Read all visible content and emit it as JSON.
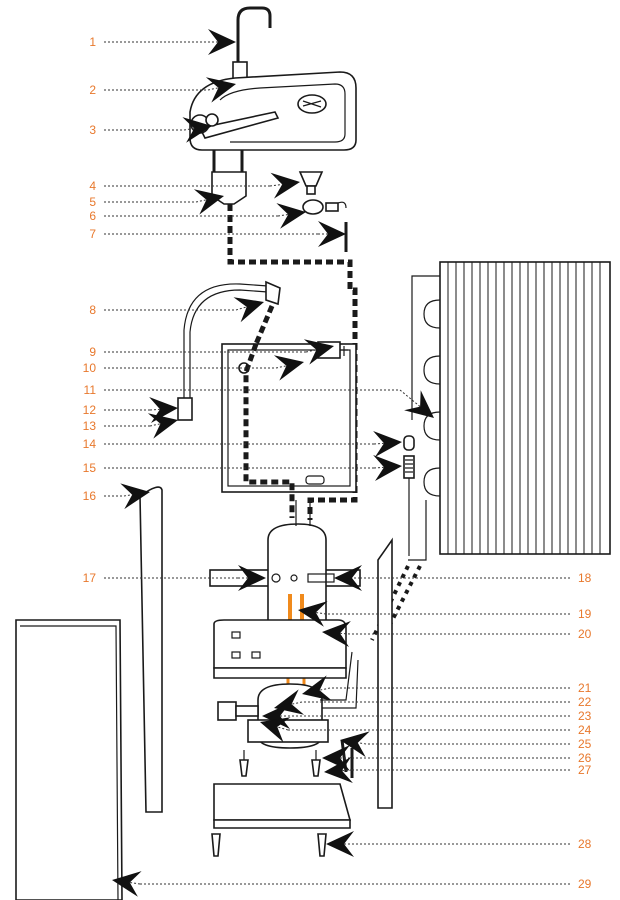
{
  "colors": {
    "label_text": "#e8782c",
    "ink": "#1a1a1a",
    "heater_orange": "#f08a1c"
  },
  "callouts": [
    {
      "num": "1"
    },
    {
      "num": "2"
    },
    {
      "num": "3"
    },
    {
      "num": "4"
    },
    {
      "num": "5"
    },
    {
      "num": "6"
    },
    {
      "num": "7"
    },
    {
      "num": "8"
    },
    {
      "num": "9"
    },
    {
      "num": "10"
    },
    {
      "num": "11"
    },
    {
      "num": "12"
    },
    {
      "num": "13"
    },
    {
      "num": "14"
    },
    {
      "num": "15"
    },
    {
      "num": "16"
    },
    {
      "num": "17"
    },
    {
      "num": "18"
    },
    {
      "num": "19"
    },
    {
      "num": "20"
    },
    {
      "num": "21"
    },
    {
      "num": "22"
    },
    {
      "num": "23"
    },
    {
      "num": "24"
    },
    {
      "num": "25"
    },
    {
      "num": "26"
    },
    {
      "num": "27"
    },
    {
      "num": "28"
    },
    {
      "num": "29"
    }
  ]
}
